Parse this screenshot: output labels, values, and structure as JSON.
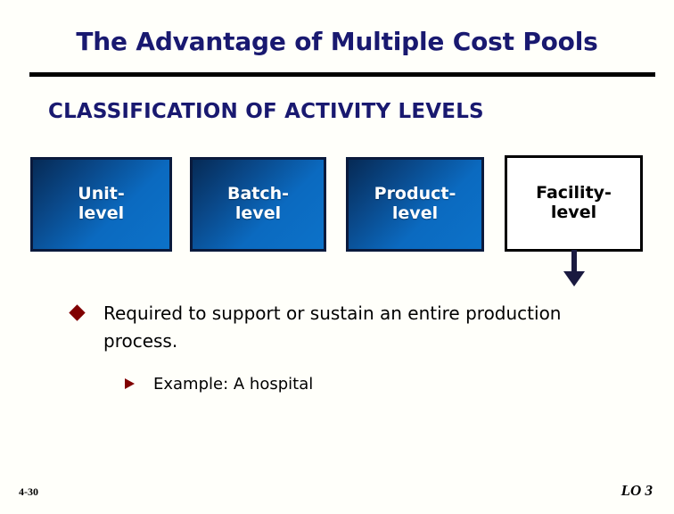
{
  "slide": {
    "title": "The Advantage of Multiple Cost Pools",
    "subtitle": "CLASSIFICATION OF ACTIVITY LEVELS",
    "title_color": "#191970",
    "rule_color": "#000000",
    "background_color": "#fffffa"
  },
  "levels": [
    {
      "label": "Unit-\nlevel",
      "style": "filled",
      "text_color": "#ffffff",
      "border_color": "#0a1a3c",
      "fill_from": "#062a55",
      "fill_to": "#0c72c9"
    },
    {
      "label": "Batch-\nlevel",
      "style": "filled",
      "text_color": "#ffffff",
      "border_color": "#0a1a3c",
      "fill_from": "#062a55",
      "fill_to": "#0c72c9"
    },
    {
      "label": "Product-\nlevel",
      "style": "filled",
      "text_color": "#ffffff",
      "border_color": "#0a1a3c",
      "fill_from": "#062a55",
      "fill_to": "#0c72c9"
    },
    {
      "label": "Facility-\nlevel",
      "style": "outlined",
      "text_color": "#000000",
      "border_color": "#000000",
      "fill_from": "#ffffff",
      "fill_to": "#ffffff"
    }
  ],
  "arrow": {
    "icon": "arrow-down-icon",
    "color": "#1a1a40",
    "points_from": "Facility-level"
  },
  "bullets": {
    "main": {
      "icon": "diamond-bullet-icon",
      "icon_color": "#800000",
      "text": "Required to support or sustain an entire production process."
    },
    "sub": {
      "icon": "triangle-bullet-icon",
      "icon_color": "#800000",
      "text": "Example: A hospital"
    }
  },
  "footer": {
    "slide_number": "4-30",
    "objective_label": "LO 3"
  }
}
